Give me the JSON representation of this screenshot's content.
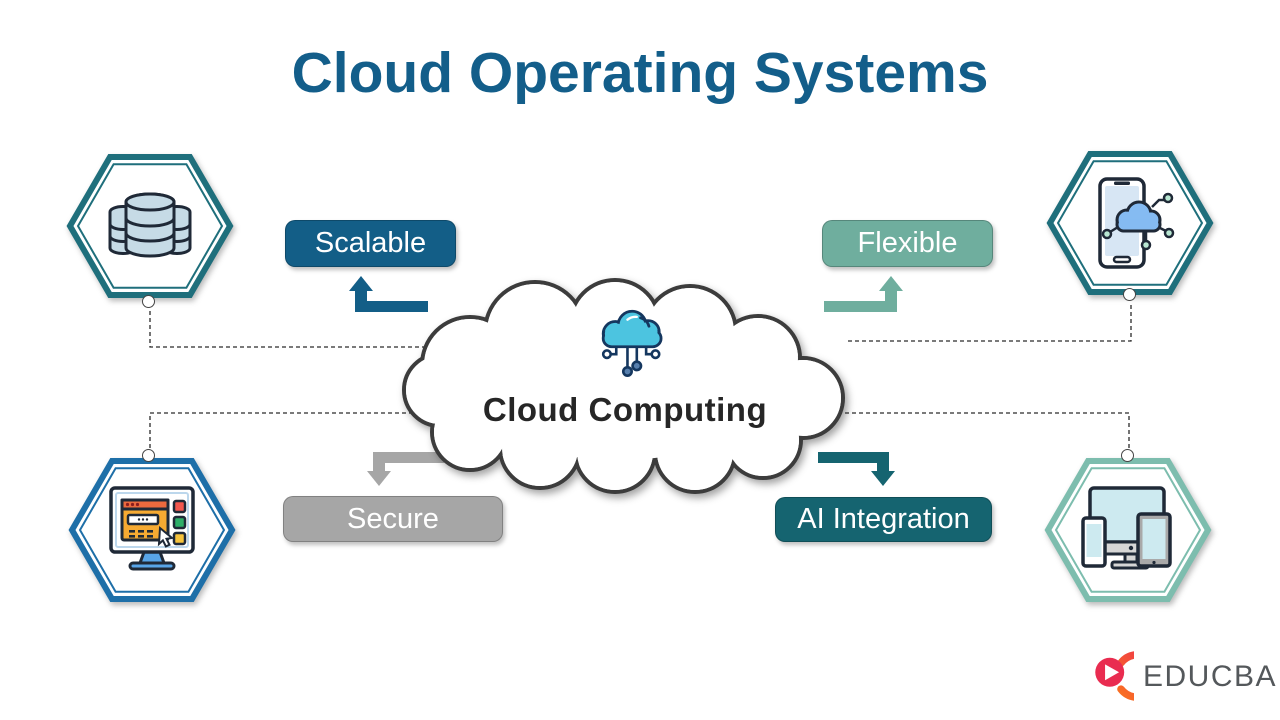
{
  "title": "Cloud Operating Systems",
  "center": {
    "label": "Cloud Computing"
  },
  "features": {
    "scalable": {
      "label": "Scalable"
    },
    "flexible": {
      "label": "Flexible"
    },
    "secure": {
      "label": "Secure"
    },
    "ai": {
      "label": "AI Integration"
    }
  },
  "icons": {
    "top_left": "database-servers-icon",
    "top_right": "mobile-cloud-network-icon",
    "bottom_left": "web-browser-monitor-icon",
    "bottom_right": "multi-device-icon",
    "center": "cloud-circuit-icon",
    "logo": "educba-play-swirl-icon"
  },
  "logo": {
    "text": "EDUCBA"
  },
  "colors": {
    "title": "#135e8a",
    "scalable": "#135e87",
    "flexible": "#6fae9e",
    "secure": "#a6a6a6",
    "ai": "#156470",
    "hex-tl": "#1f6f7c",
    "hex-tr": "#1f6f7c",
    "hex-bl": "#1e6fa8",
    "hex-br": "#7dbdae",
    "cloud-outline": "#3c3c3c",
    "logo-text": "#54585b"
  }
}
